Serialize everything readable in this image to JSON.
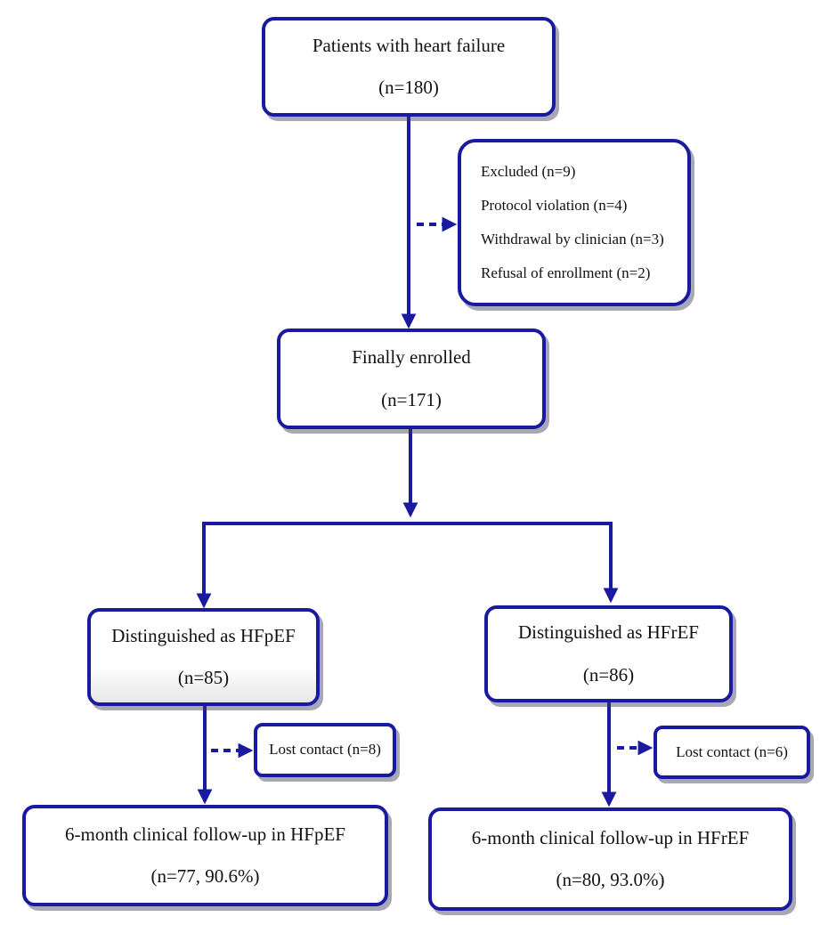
{
  "screened": {
    "label": "Patients with heart failure",
    "count": "(n=180)"
  },
  "excluded": {
    "title": "Excluded (n=9)",
    "reasons": [
      "Protocol violation (n=4)",
      "Withdrawal by clinician (n=3)",
      "Refusal of enrollment (n=2)"
    ]
  },
  "enrolled": {
    "label": "Finally enrolled",
    "count": "(n=171)"
  },
  "groups": [
    {
      "label": "Distinguished as HFpEF",
      "count": "(n=85)",
      "lost": "Lost contact (n=8)",
      "followup_label": "6-month clinical follow-up in HFpEF",
      "followup_count": "(n=77, 90.6%)"
    },
    {
      "label": "Distinguished as HFrEF",
      "count": "(n=86)",
      "lost": "Lost contact (n=6)",
      "followup_label": "6-month clinical follow-up in HFrEF",
      "followup_count": "(n=80, 93.0%)"
    }
  ],
  "colors": {
    "box_border": "#1a1aa0",
    "arrow": "#1a1aa0",
    "text": "#111111"
  }
}
